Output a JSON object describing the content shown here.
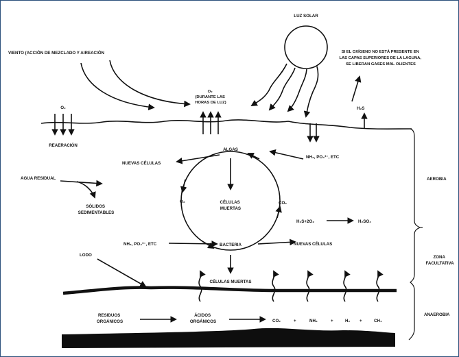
{
  "diagram": {
    "labels": {
      "luz_solar": "LUZ SOLAR",
      "viento": "VIENTO (ACCIÓN DE MEZCLADO Y AIREACIÓN",
      "oxigeno_note": [
        "SI EL OXÍGENO NO ESTÁ PRESENTE EN",
        "LAS CAPAS SUPERIORES DE LA LAGUNA,",
        "SE LIBERAN GASES MAL OLIENTES"
      ],
      "o2_left": "O₂",
      "o2_center": [
        "O₂",
        "(DURANTE LAS",
        "HORAS DE LUZ)"
      ],
      "h2s": "H₂S",
      "reaeracion": "REAERACIÓN",
      "algas": "ALGAS",
      "nuevas_celulas_top": "NUEVAS CÉLULAS",
      "nh3_top": "NH₃, PO₄³⁻, ETC",
      "agua_residual": "AGUA RESIDUAL",
      "solidos": [
        "SÓLIDOS",
        "SEDIMENTABLES"
      ],
      "o2_cycle": "O₂",
      "celulas_muertas_center": [
        "CÉLULAS",
        "MUERTAS"
      ],
      "co2_cycle": "CO₂",
      "h2s_reaction_left": "H₂S+2O₂",
      "h2s_reaction_right": "H₂SO₄",
      "nh3_bottom": "NH₃, PO₄³⁻, ETC",
      "bacteria": "BACTERIA",
      "nuevas_celulas_bottom": "NUEVAS CÉLULAS",
      "lodo": "LODO",
      "celulas_muertas_bottom": "CÉLULAS MUERTAS",
      "residuos": [
        "RESIDUOS",
        "ORGÁNICOS"
      ],
      "acidos": [
        "ÁCIDOS",
        "ORGÁNICOS"
      ],
      "gases": [
        "CO₂",
        "+",
        "NH₃",
        "+",
        "H₂",
        "+",
        "CH₄"
      ],
      "zona_aerobia": "AEROBIA",
      "zona_facultativa": [
        "ZONA",
        "FACULTATIVA"
      ],
      "zona_anaerobia": "ANAEROBIA"
    }
  }
}
